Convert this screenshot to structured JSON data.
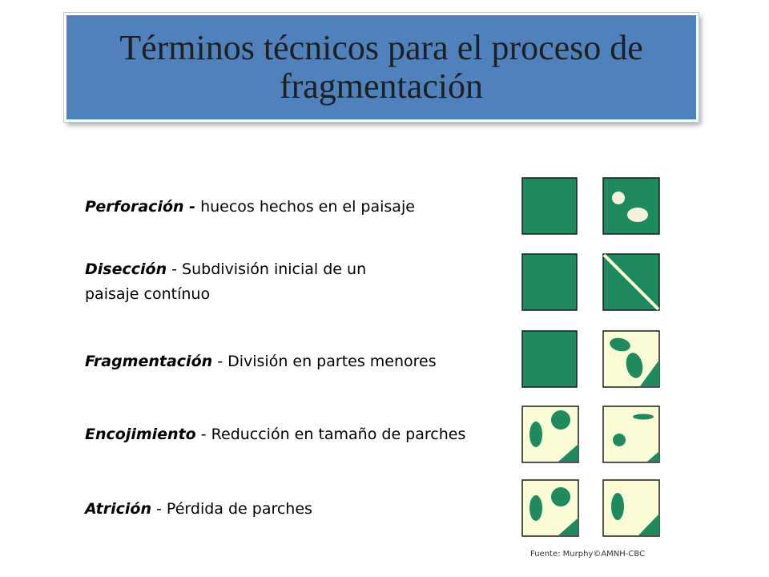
{
  "title": "Términos técnicos para el proceso de fragmentación",
  "terms": [
    {
      "name": "Perforación -",
      "desc": " huecos hechos en el paisaje"
    },
    {
      "name": "Disección",
      "desc": " - Subdivisión inicial de un paisaje contínuo"
    },
    {
      "name": "Fragmentación",
      "desc": " - División en partes menores"
    },
    {
      "name": "Encojimiento",
      "desc": " - Reducción en tamaño de parches"
    },
    {
      "name": "Atrición",
      "desc": " - Pérdida de parches"
    }
  ],
  "source": "Fuente: Murphy©AMNH-CBC",
  "colors": {
    "title_bg": "#4f81bd",
    "habitat": "#1e8a5e",
    "cleared": "#fbfbd5",
    "hole": "#f3f0dc",
    "outline": "#1a1a1a"
  }
}
